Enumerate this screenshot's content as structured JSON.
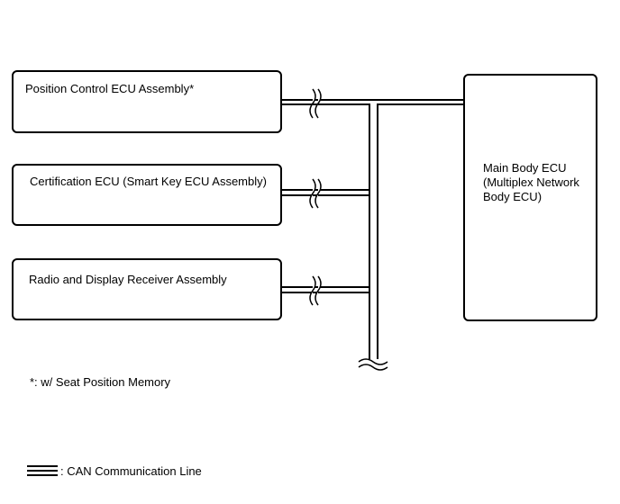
{
  "boxes": {
    "position_control": "Position Control ECU Assembly*",
    "certification": "Certification ECU (Smart Key ECU Assembly)",
    "radio_display": "Radio and Display Receiver Assembly",
    "main_body": [
      "Main Body ECU",
      "(Multiplex Network",
      "Body ECU)"
    ]
  },
  "footnote": "*: w/ Seat Position Memory",
  "legend": {
    "label": ": CAN Communication Line"
  }
}
